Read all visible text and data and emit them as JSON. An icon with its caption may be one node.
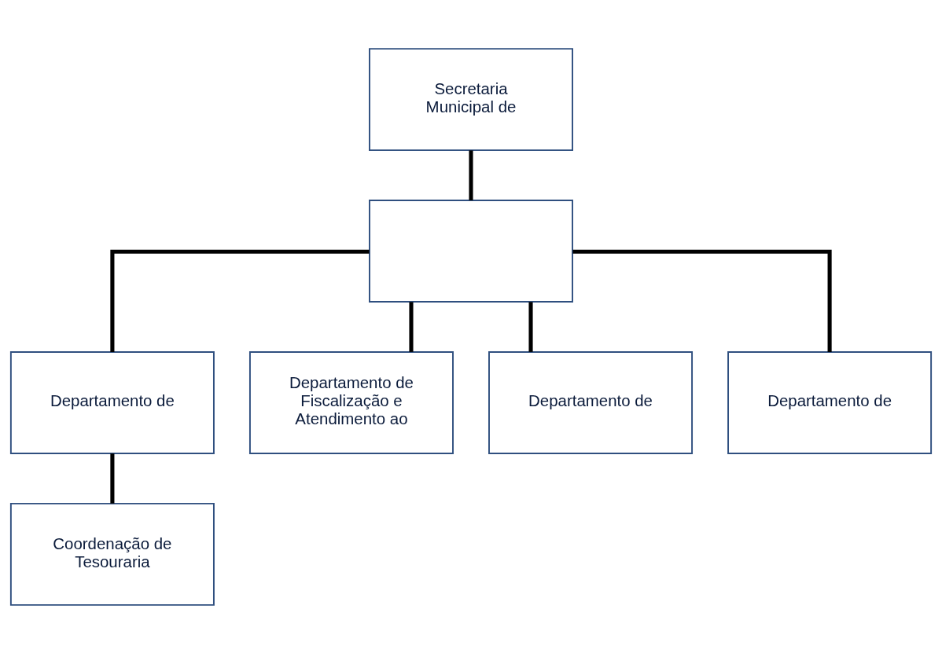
{
  "diagram": {
    "nodes": [
      {
        "text": [
          "Secretaria Municipal de"
        ]
      },
      {
        "text": [],
        "shape": "box"
      },
      {
        "text": [
          "Departamento de"
        ]
      },
      {
        "text": [
          "Departamento de Fiscalização e Atendimento ao"
        ]
      },
      {
        "text": [
          "Departamento de"
        ]
      },
      {
        "text": [
          "Departamento de"
        ]
      },
      {
        "text": [
          "Coordenação de Tesouraria"
        ]
      }
    ],
    "edges": [
      {
        "from": 0,
        "to": 1,
        "arrow": "none"
      },
      {
        "from": 1,
        "to": 2,
        "arrow": "none"
      },
      {
        "from": 1,
        "to": 3,
        "arrow": "none"
      },
      {
        "from": 1,
        "to": 4,
        "arrow": "none"
      },
      {
        "from": 1,
        "to": 5,
        "arrow": "none"
      },
      {
        "from": 2,
        "to": 6,
        "arrow": "none"
      }
    ]
  }
}
